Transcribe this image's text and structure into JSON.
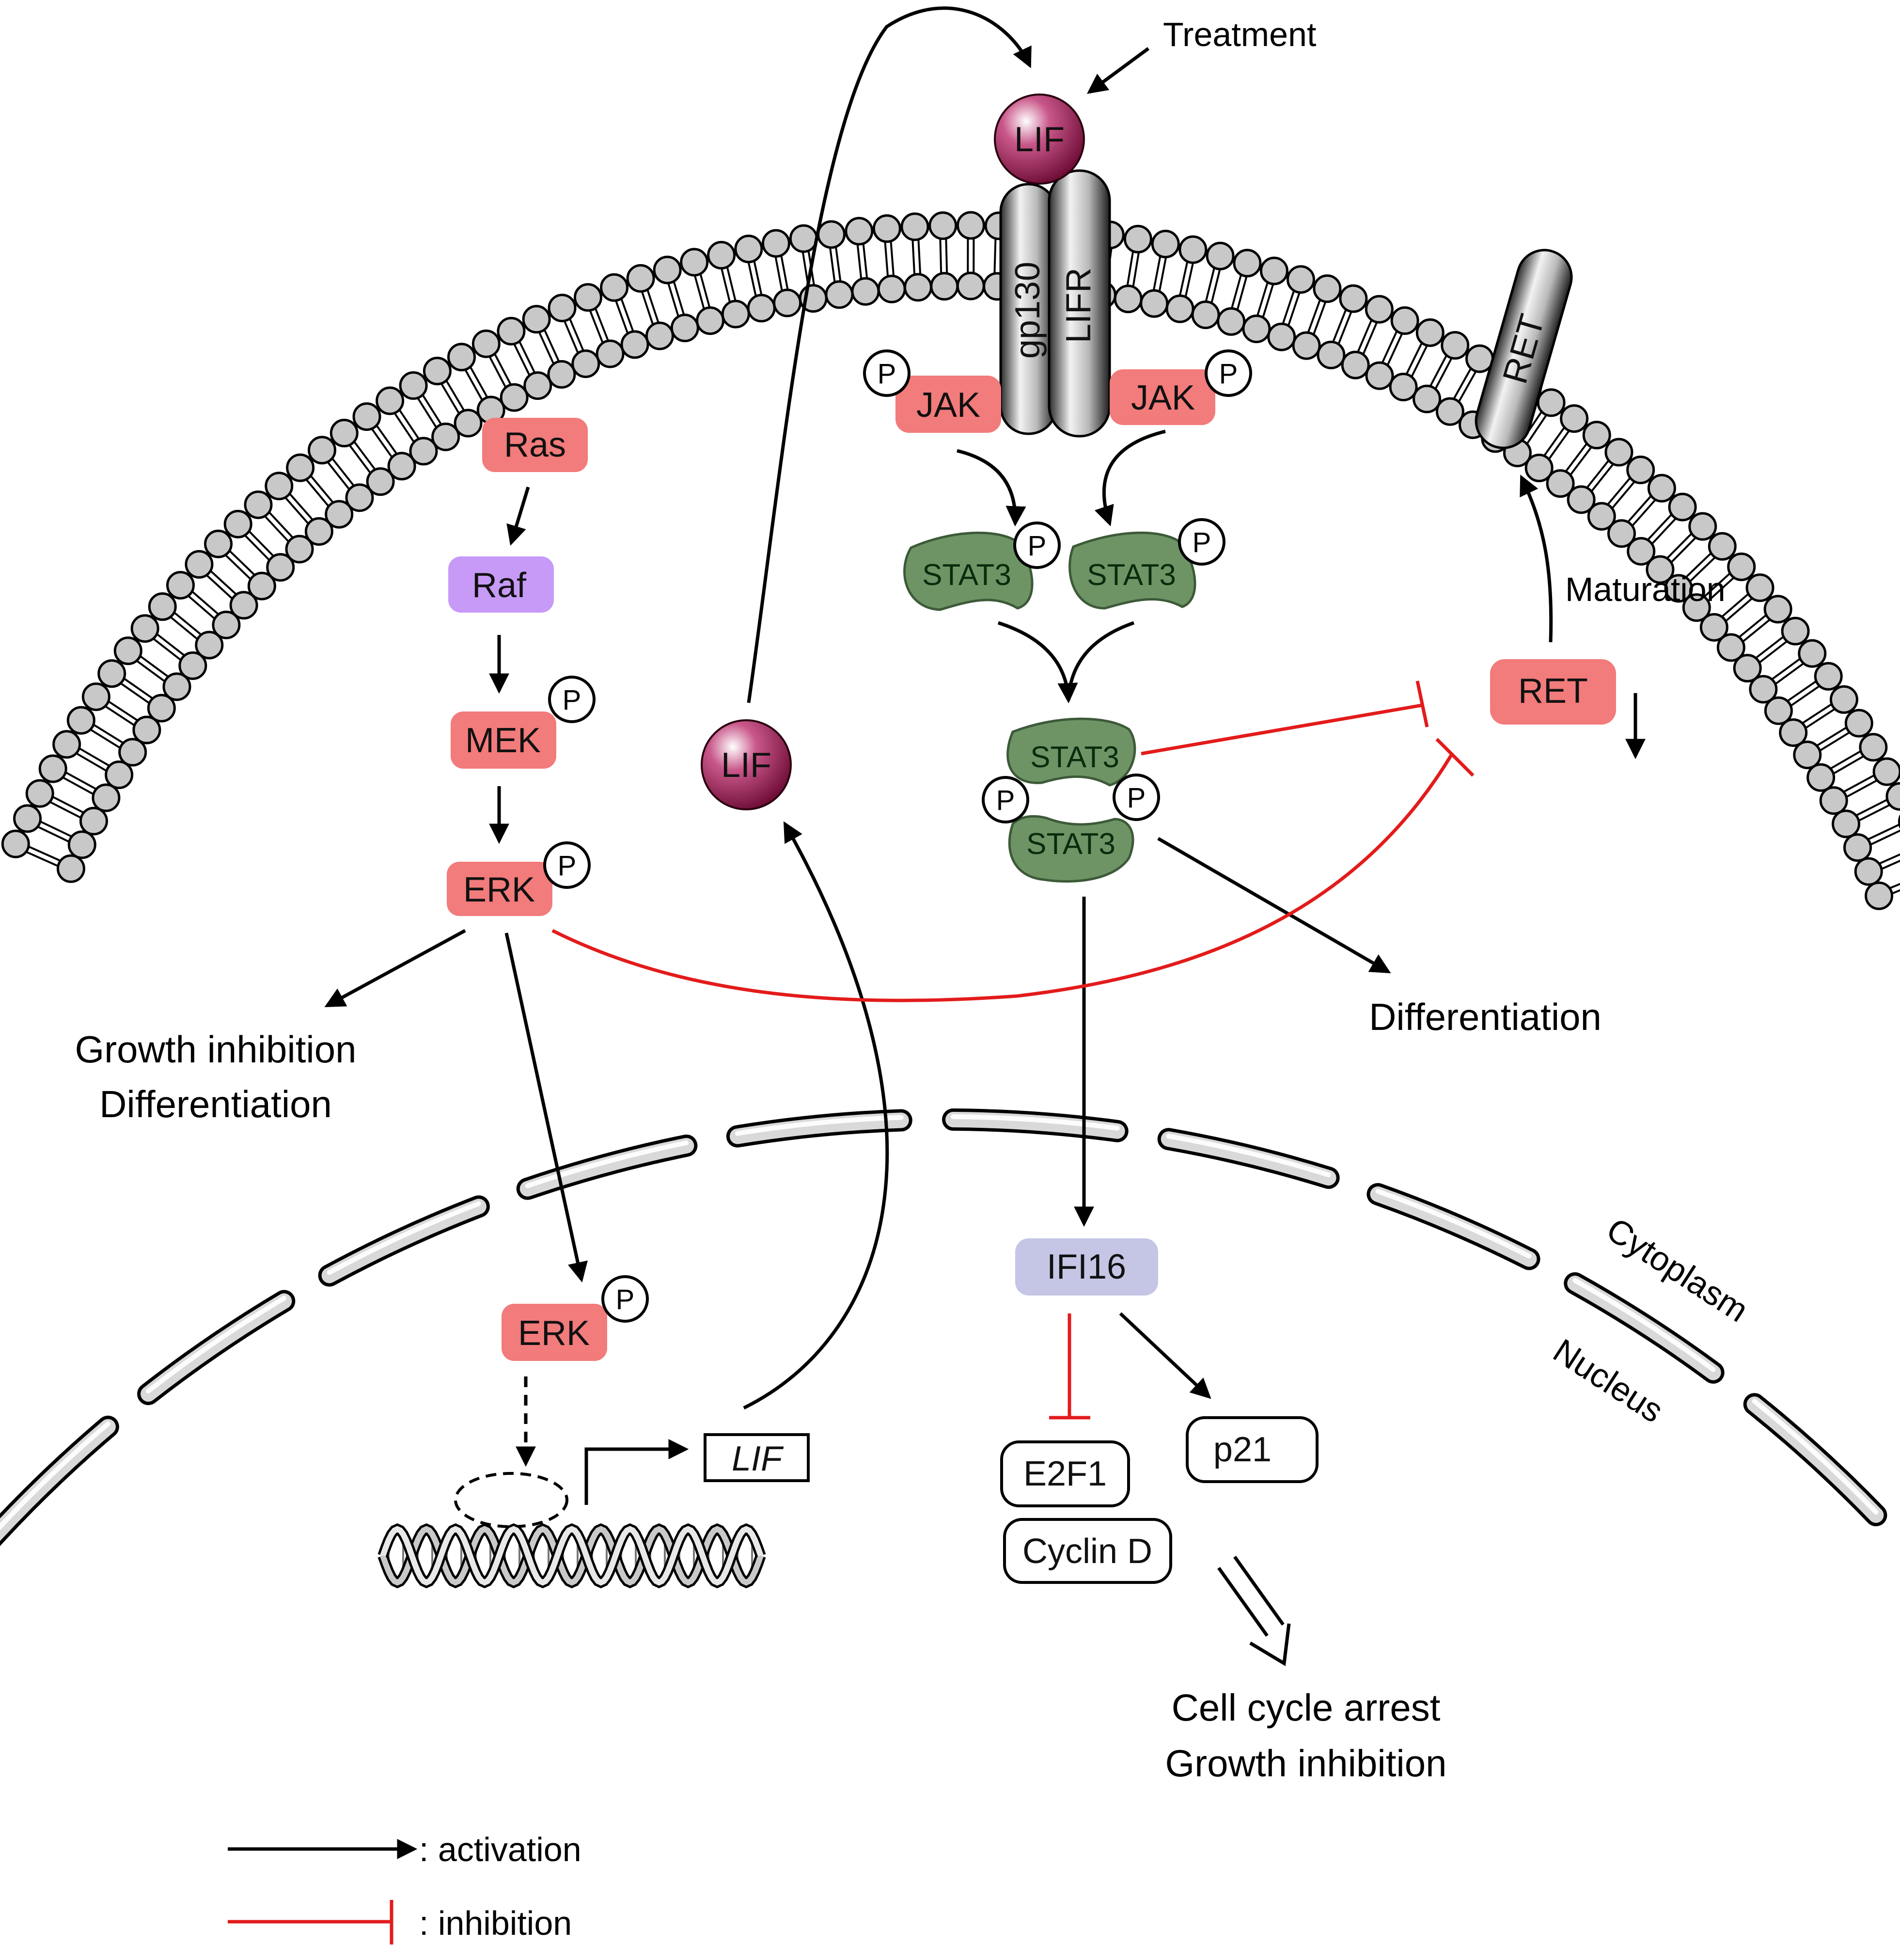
{
  "colors": {
    "kinase": "#f27b7b",
    "raf": "#c79af7",
    "ifi16": "#c5c5e6",
    "stat3": "#6e9466",
    "lif_ball": "#8c1747",
    "activation": "#000000",
    "inhibition": "#e31b1b"
  },
  "labels": {
    "treatment": "Treatment",
    "lif_top": "LIF",
    "gp130": "gp130",
    "lifr": "LIFR",
    "ret_receptor": "RET",
    "jak_left": "JAK",
    "jak_right": "JAK",
    "stat3_left": "STAT3",
    "stat3_right": "STAT3",
    "stat3_dimer_top": "STAT3",
    "stat3_dimer_bottom": "STAT3",
    "phospho": "P",
    "ras": "Ras",
    "raf": "Raf",
    "mek": "MEK",
    "erk_cyto": "ERK",
    "erk_nuc": "ERK",
    "lif_secreted": "LIF",
    "lif_gene": "LIF",
    "maturation": "Maturation",
    "ret_protein": "RET",
    "differentiation_right": "Differentiation",
    "growth_inhibition_left": "Growth inhibition",
    "differentiation_left": "Differentiation",
    "ifi16": "IFI16",
    "e2f1": "E2F1",
    "cyclin_d": "Cyclin D",
    "p21": "p21",
    "cell_cycle_arrest": "Cell cycle arrest",
    "growth_inhibition_bottom": "Growth inhibition",
    "cytoplasm": "Cytoplasm",
    "nucleus": "Nucleus"
  },
  "legend": {
    "activation": ":  activation",
    "inhibition": ":  inhibition"
  }
}
